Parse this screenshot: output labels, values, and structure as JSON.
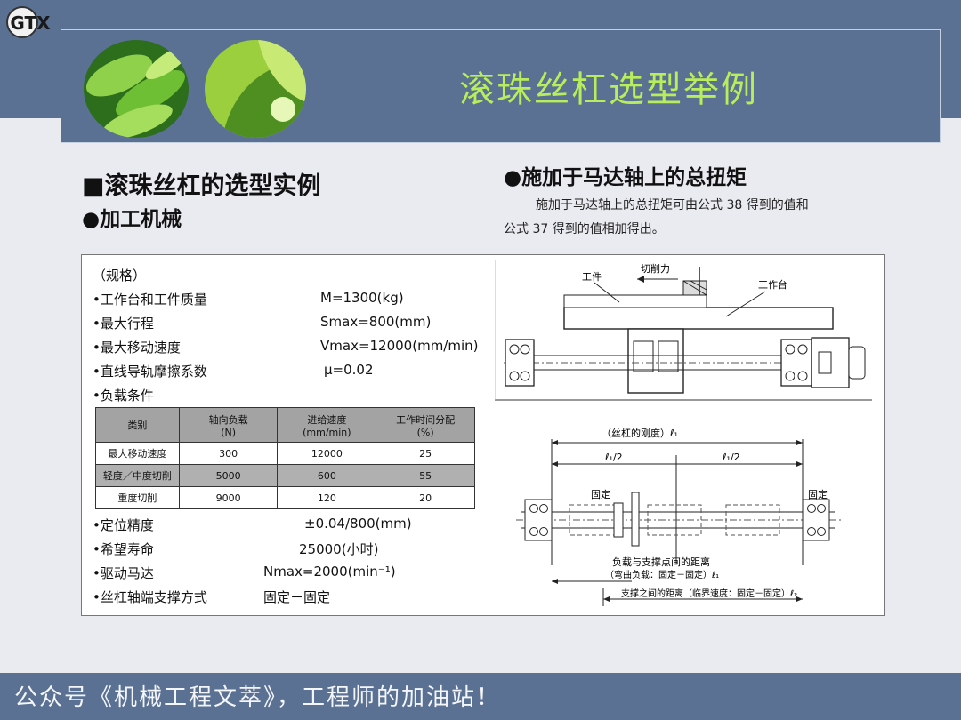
{
  "header": {
    "logo_text": "GTX",
    "title": "滚珠丝杠选型举例"
  },
  "left_headings": {
    "heading1": "■滚珠丝杠的选型实例",
    "heading2": "●加工机械"
  },
  "right_section": {
    "heading": "●施加于马达轴上的总扭矩",
    "para_line1": "施加于马达轴上的总扭矩可由公式 38 得到的值和",
    "para_line2": "公式 37 得到的值相加得出。"
  },
  "specs": {
    "title": "（规格）",
    "items": [
      {
        "label": "•工作台和工件质量",
        "value": "M=1300(kg)"
      },
      {
        "label": "•最大行程",
        "value": "Smax=800(mm)"
      },
      {
        "label": "•最大移动速度",
        "value": "Vmax=12000(mm/min)"
      },
      {
        "label": "•直线导轨摩擦系数",
        "value": "μ=0.02"
      },
      {
        "label": "•负载条件",
        "value": ""
      }
    ],
    "items_after": [
      {
        "label": "•定位精度",
        "value": "±0.04/800(mm)"
      },
      {
        "label": "•希望寿命",
        "value": "25000(小时)"
      },
      {
        "label": "•驱动马达",
        "value": "Nmax=2000(min⁻¹)"
      },
      {
        "label": "•丝杠轴端支撑方式",
        "value": "固定－固定"
      }
    ]
  },
  "load_table": {
    "headers": [
      "类别",
      "轴向负载\n(N)",
      "进给速度\n(mm/min)",
      "工作时间分配\n(%)"
    ],
    "rows": [
      [
        "最大移动速度",
        "300",
        "12000",
        "25"
      ],
      [
        "轻度／中度切削",
        "5000",
        "600",
        "55"
      ],
      [
        "重度切削",
        "9000",
        "120",
        "20"
      ]
    ]
  },
  "diagram_top": {
    "workpiece_label": "工件",
    "cutting_force_label": "切削力",
    "table_label": "工作台"
  },
  "diagram_bottom": {
    "stiffness_label": "（丝杠的刚度）ℓ₁",
    "half_left": "ℓ₁/2",
    "half_right": "ℓ₁/2",
    "fixed_left": "固定",
    "fixed_right": "固定",
    "load_distance_1": "负载与支撑点间的距离",
    "load_distance_2": "（弯曲负载：固定－固定）ℓ₁",
    "support_distance": "支撑之间的距离（临界速度：固定－固定）ℓ₂"
  },
  "footer": {
    "text": "公众号《机械工程文萃》，工程师的加油站！"
  },
  "colors": {
    "band": "#5a7194",
    "title": "#b8ee5c",
    "table_header": "#a3a3a3"
  }
}
